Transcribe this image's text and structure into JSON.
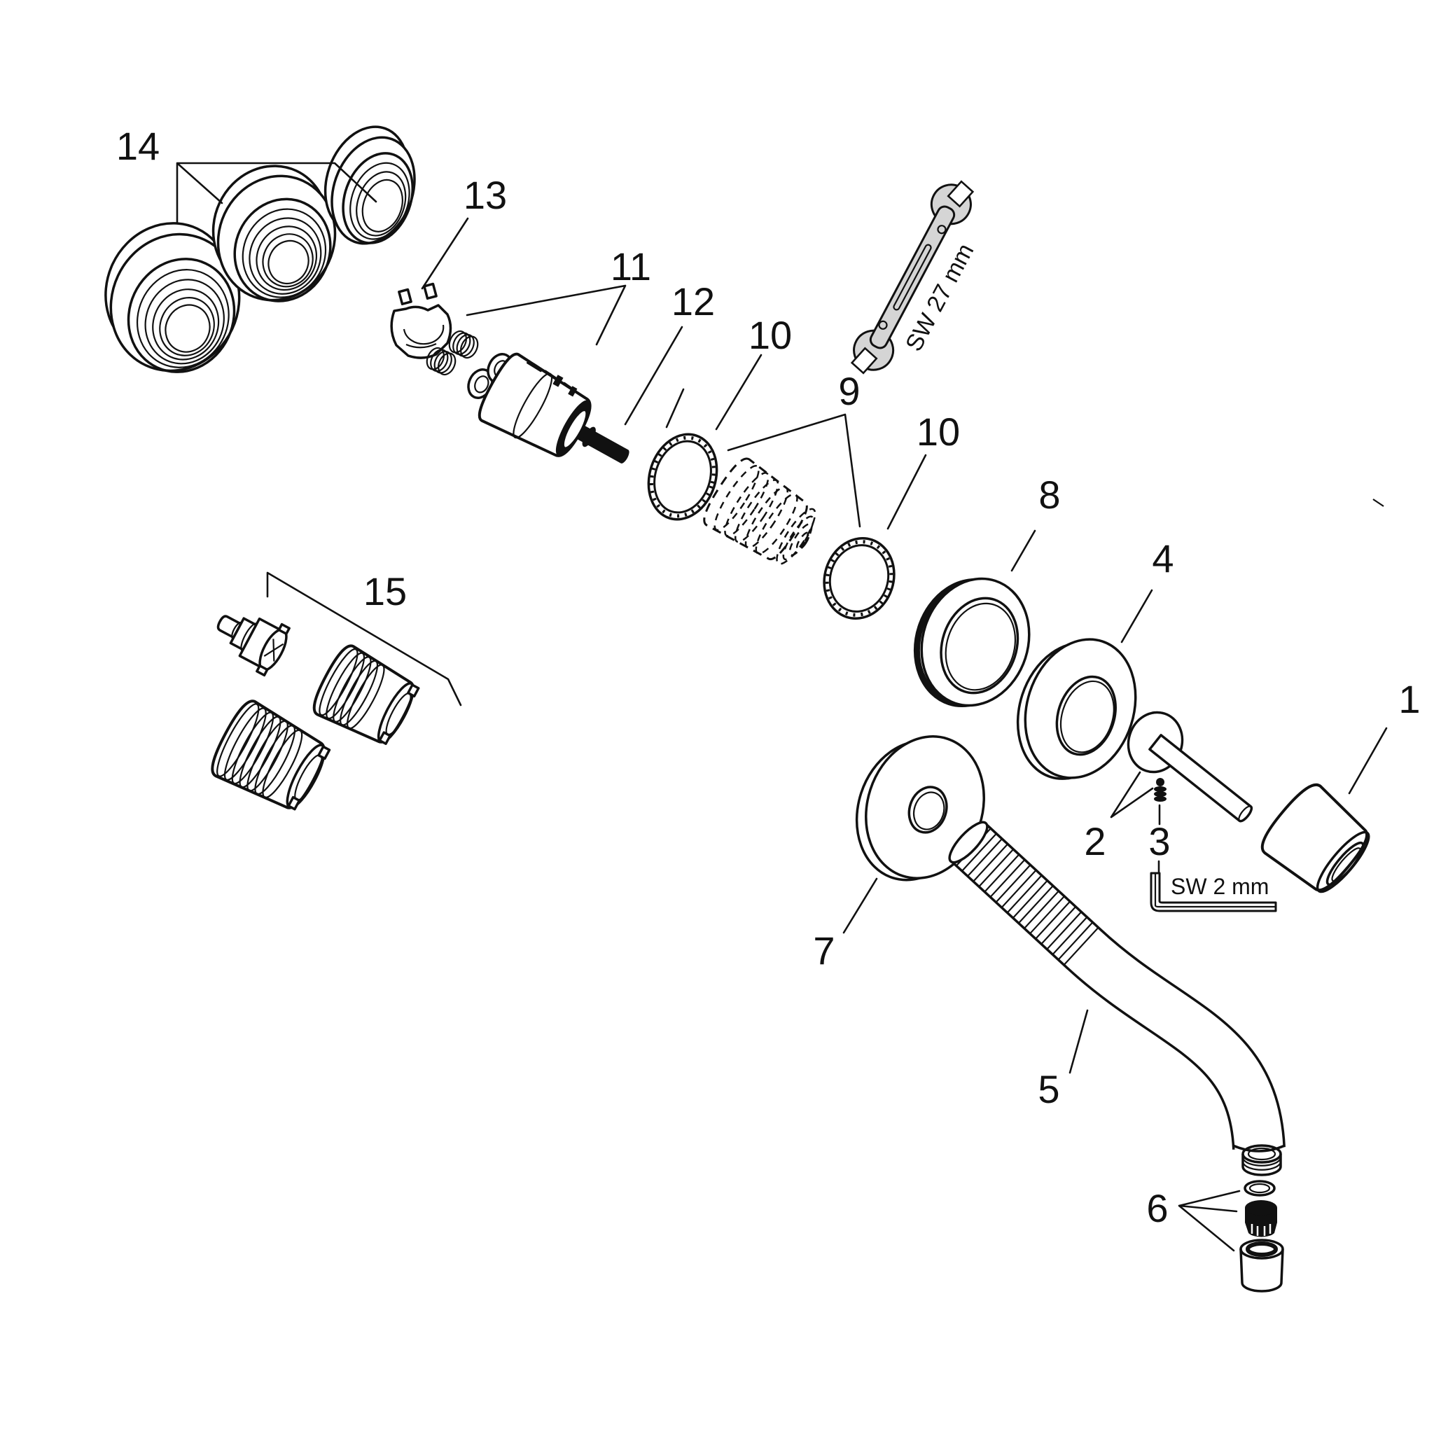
{
  "diagram": {
    "background": "#ffffff",
    "line_color": "#111111",
    "tool_fill": "#d5d5d5"
  },
  "callouts": {
    "c1": "1",
    "c2": "2",
    "c3": "3",
    "c4": "4",
    "c5": "5",
    "c6": "6",
    "c7": "7",
    "c8": "8",
    "c9": "9",
    "c10a": "10",
    "c10b": "10",
    "c11": "11",
    "c12": "12",
    "c13": "13",
    "c14": "14",
    "c15": "15"
  },
  "tools": {
    "open_end_wrench_size": "SW 27 mm",
    "hex_key_size": "SW 2 mm"
  }
}
